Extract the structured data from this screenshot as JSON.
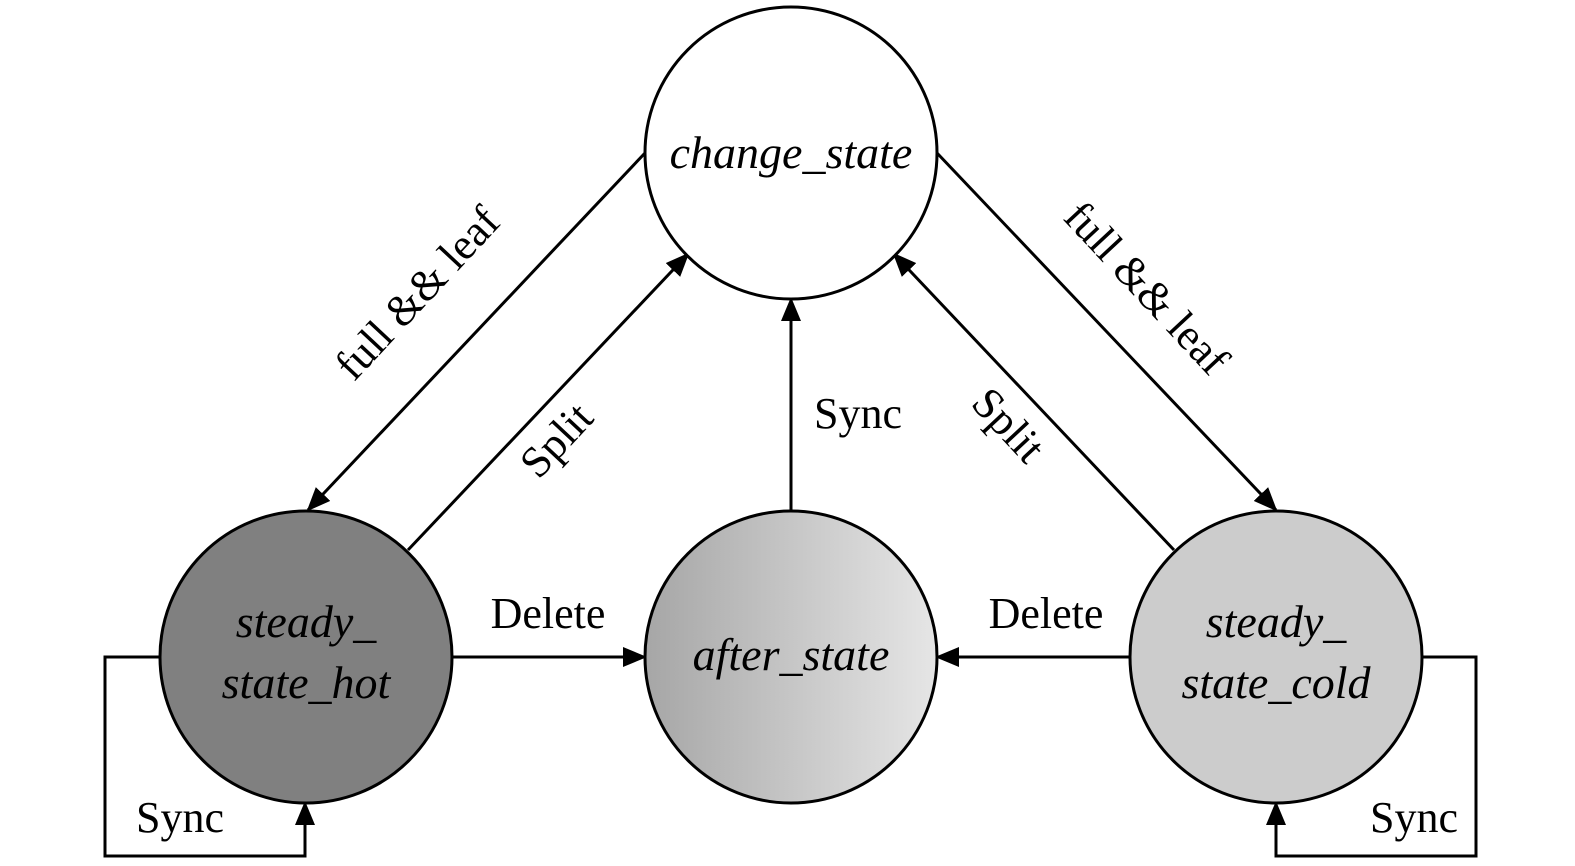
{
  "diagram": {
    "nodes": {
      "change_state": {
        "label": "change_state",
        "fill": "#ffffff"
      },
      "steady_state_hot": {
        "label_line1": "steady_",
        "label_line2": "state_hot",
        "fill": "#808080"
      },
      "after_state": {
        "label": "after_state",
        "fill_gradient": [
          "#a6a6a6",
          "#e6e6e6"
        ]
      },
      "steady_state_cold": {
        "label_line1": "steady_",
        "label_line2": "state_cold",
        "fill": "#cccccc"
      }
    },
    "edges": {
      "change_to_hot": {
        "label": "full && leaf",
        "from": "change_state",
        "to": "steady_state_hot"
      },
      "hot_to_change": {
        "label": "Split",
        "from": "steady_state_hot",
        "to": "change_state"
      },
      "after_to_change": {
        "label": "Sync",
        "from": "after_state",
        "to": "change_state"
      },
      "cold_to_change": {
        "label": "Split",
        "from": "steady_state_cold",
        "to": "change_state"
      },
      "change_to_cold": {
        "label": "full && leaf",
        "from": "change_state",
        "to": "steady_state_cold"
      },
      "hot_to_after": {
        "label": "Delete",
        "from": "steady_state_hot",
        "to": "after_state"
      },
      "cold_to_after": {
        "label": "Delete",
        "from": "steady_state_cold",
        "to": "after_state"
      },
      "hot_self": {
        "label": "Sync",
        "from": "steady_state_hot",
        "to": "steady_state_hot"
      },
      "cold_self": {
        "label": "Sync",
        "from": "steady_state_cold",
        "to": "steady_state_cold"
      }
    }
  }
}
